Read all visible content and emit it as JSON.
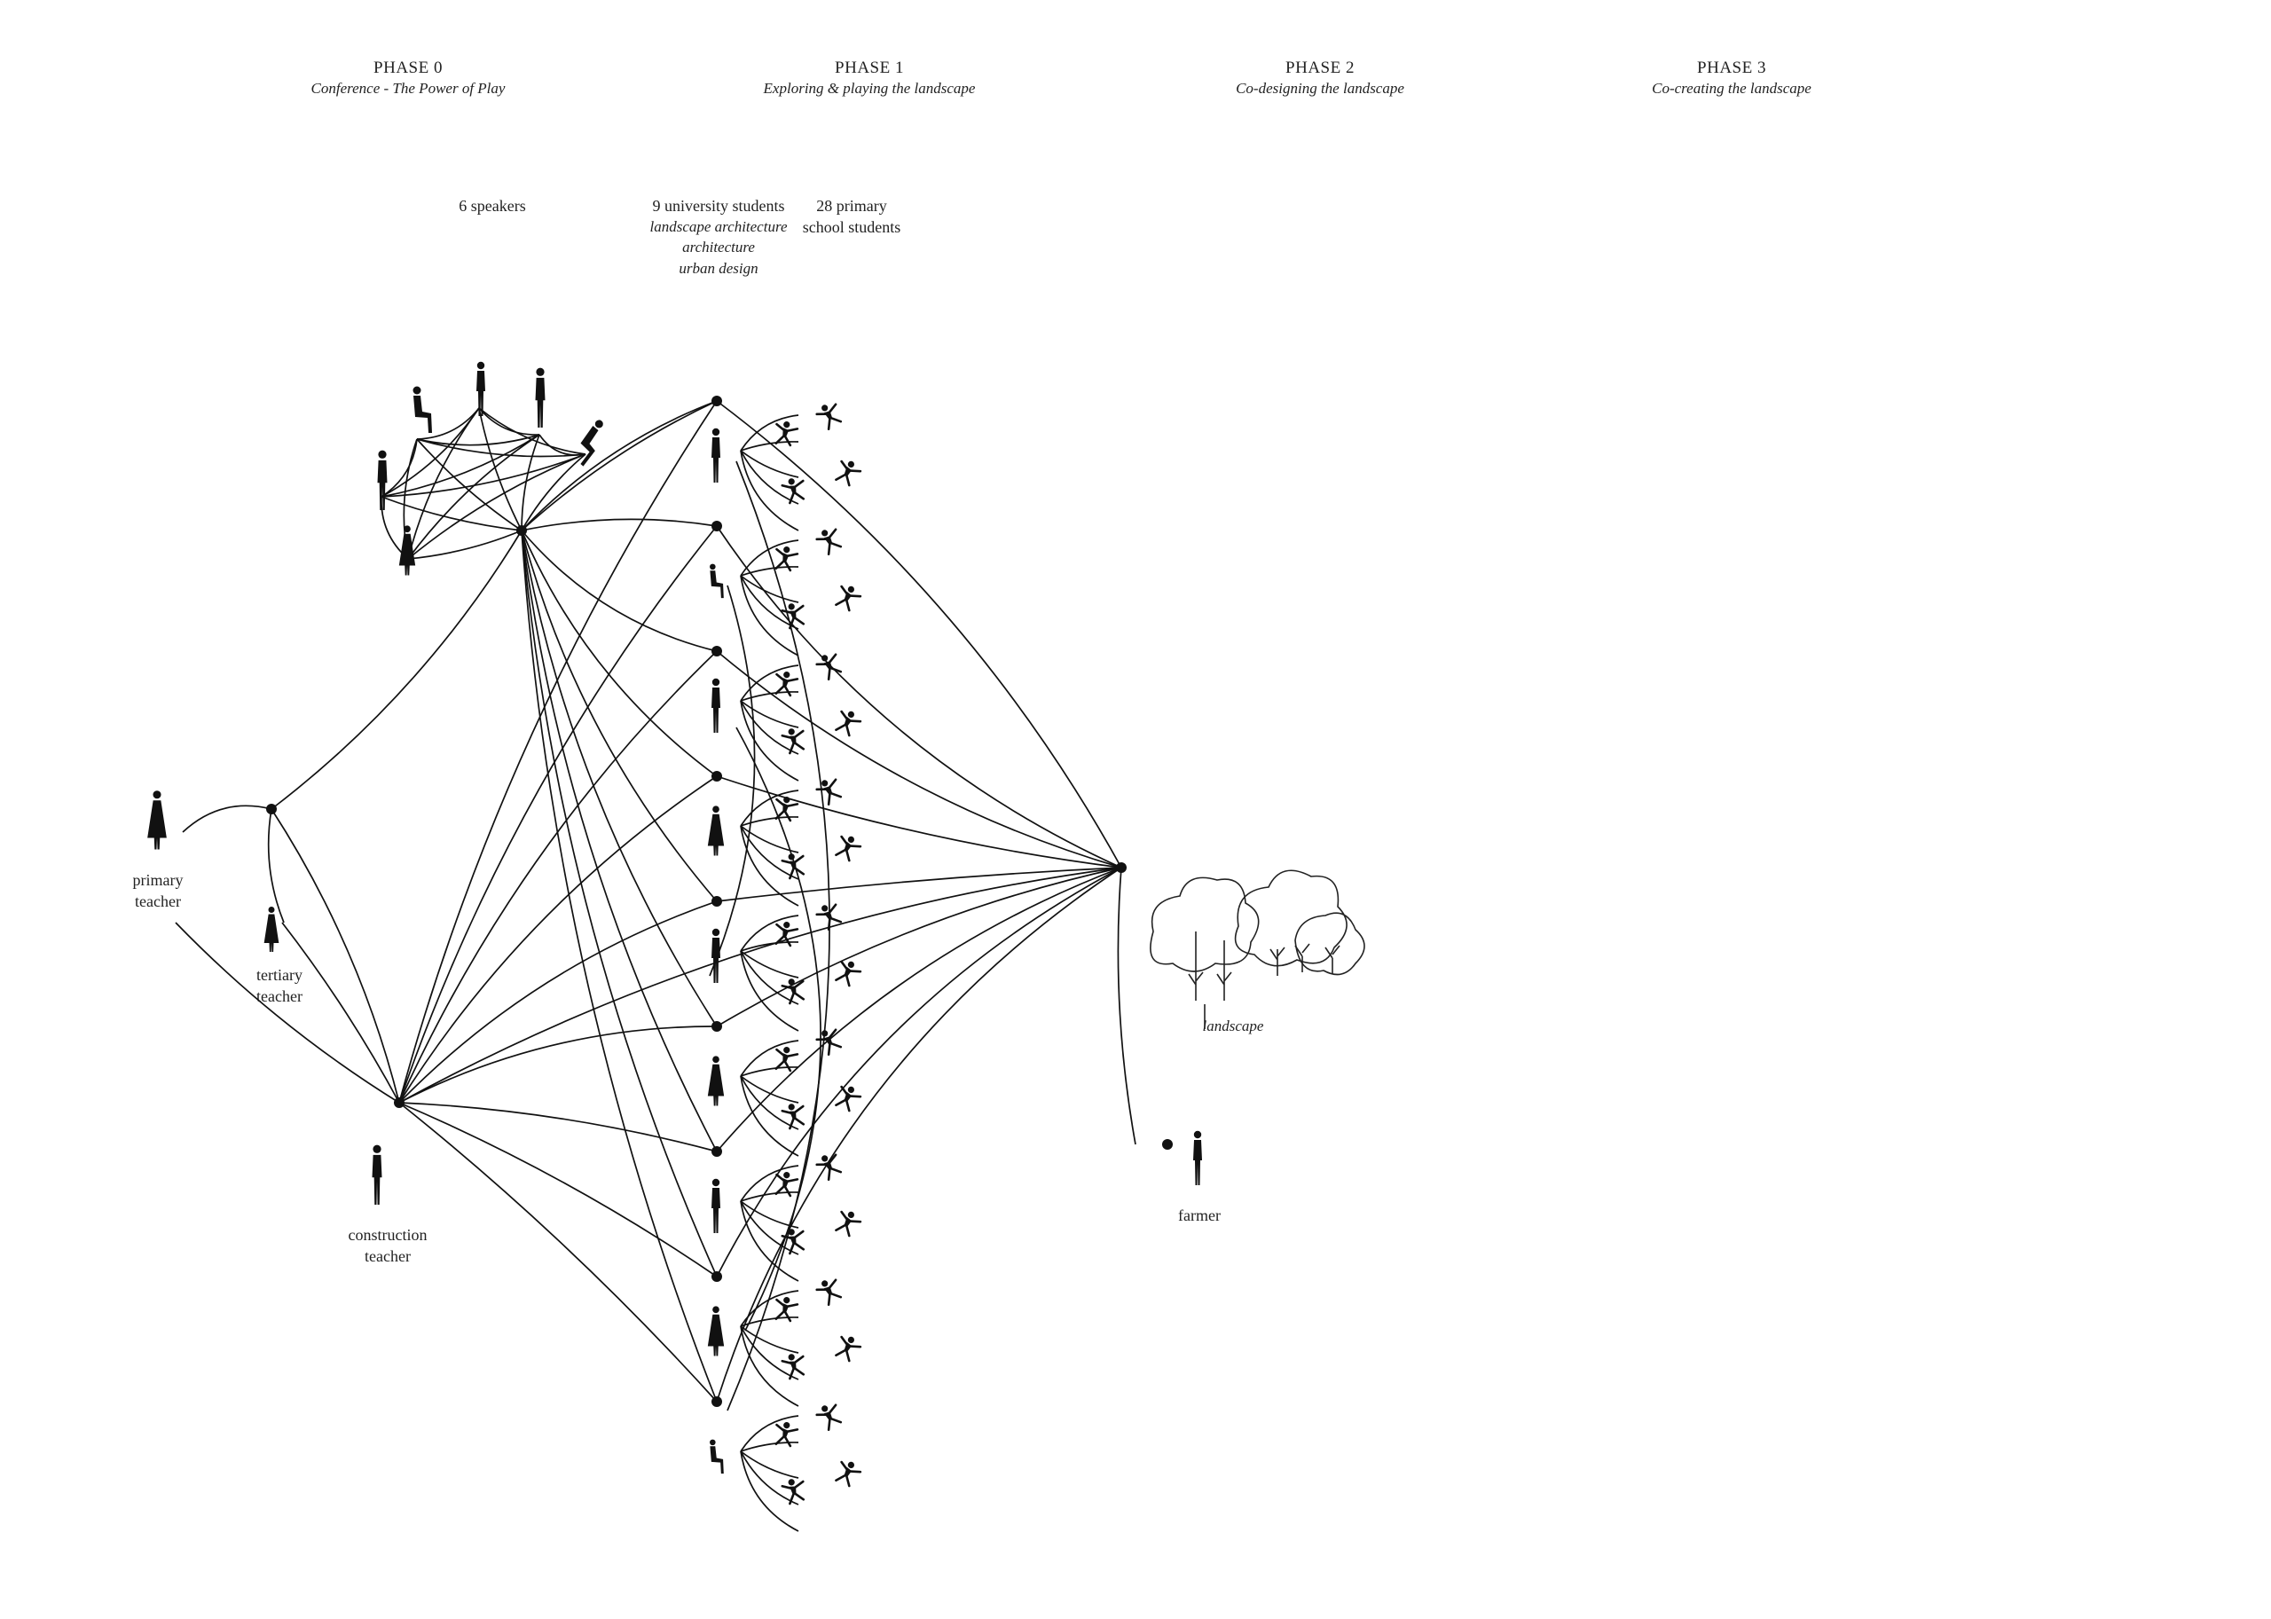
{
  "phases": [
    {
      "title": "PHASE 0",
      "subtitle": "Conference - The Power of  Play"
    },
    {
      "title": "PHASE 1",
      "subtitle": "Exploring & playing the landscape"
    },
    {
      "title": "PHASE 2",
      "subtitle": "Co-designing the landscape"
    },
    {
      "title": "PHASE 3",
      "subtitle": "Co-creating the landscape"
    }
  ],
  "groups": {
    "speakers": "6 speakers",
    "university": {
      "title": "9 university students",
      "disciplines": [
        "landscape architecture",
        "architecture",
        "urban design"
      ]
    },
    "primary_students": [
      "28 primary",
      "school students"
    ]
  },
  "actors": {
    "primary_teacher": [
      "primary",
      "teacher"
    ],
    "tertiary_teacher": [
      "tertiary",
      "teacher"
    ],
    "construction_teacher": [
      "construction",
      "teacher"
    ],
    "farmer": "farmer",
    "landscape": "landscape"
  },
  "icons": {
    "person": "person-silhouette-icon",
    "child": "playing-child-icon",
    "tree": "tree-outline-icon"
  },
  "colors": {
    "ink": "#111111",
    "text": "#222222",
    "background": "#ffffff"
  }
}
